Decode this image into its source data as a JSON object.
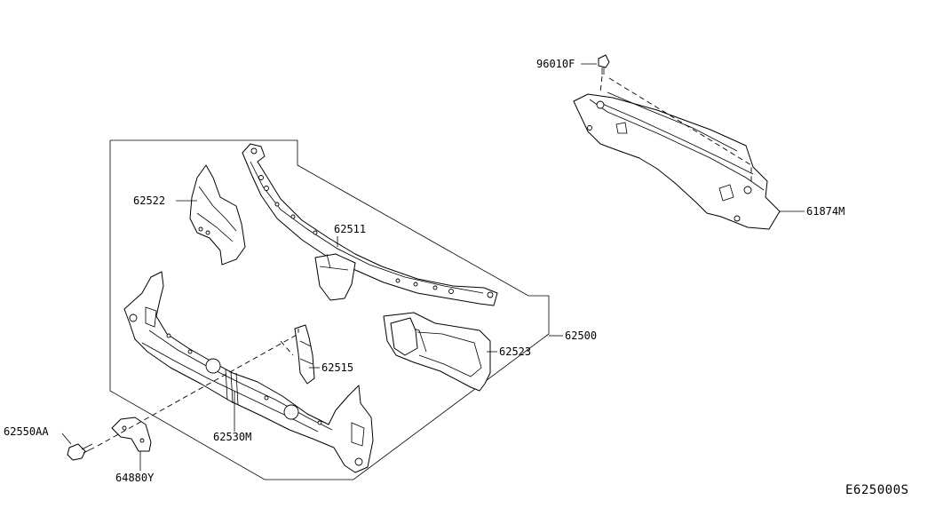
{
  "labels": {
    "p96010F": "96010F",
    "p61874M": "61874M",
    "p62522": "62522",
    "p62511": "62511",
    "p62500": "62500",
    "p62515": "62515",
    "p62523": "62523",
    "p62550AA": "62550AA",
    "p62530M": "62530M",
    "p64880Y": "64880Y"
  },
  "diagram_code": "E625000S"
}
